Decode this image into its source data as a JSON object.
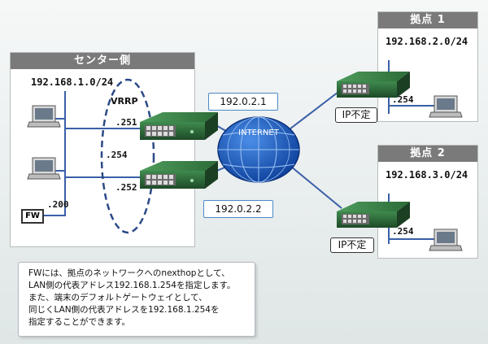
{
  "center": {
    "title": "センター側",
    "network": "192.168.1.0/24",
    "vrrp": "VRRP",
    "addr_251": ".251",
    "addr_254": ".254",
    "addr_252": ".252",
    "addr_200": ".200",
    "fw_label": "FW"
  },
  "internet": {
    "label": "INTERNET",
    "ip_top": "192.0.2.1",
    "ip_bottom": "192.0.2.2"
  },
  "site1": {
    "title": "拠点 1",
    "network": "192.168.2.0/24",
    "addr": ".254",
    "ip_box": "IP不定"
  },
  "site2": {
    "title": "拠点 2",
    "network": "192.168.3.0/24",
    "addr": ".254",
    "ip_box": "IP不定"
  },
  "note": {
    "lines": [
      "FWには、拠点のネットワークへのnexthopとして、",
      "LAN側の代表アドレス192.168.1.254を指定します。",
      "また、端末のデフォルトゲートウェイとして、",
      "同じくLAN側の代表アドレスを192.168.1.254を",
      "指定することができます。"
    ]
  },
  "colors": {
    "panel_title_bg": "#7a7a7a",
    "router_green": "#2d6b3a",
    "link_blue": "#3a5fa8",
    "globe_blue": "#1f5fc0"
  }
}
